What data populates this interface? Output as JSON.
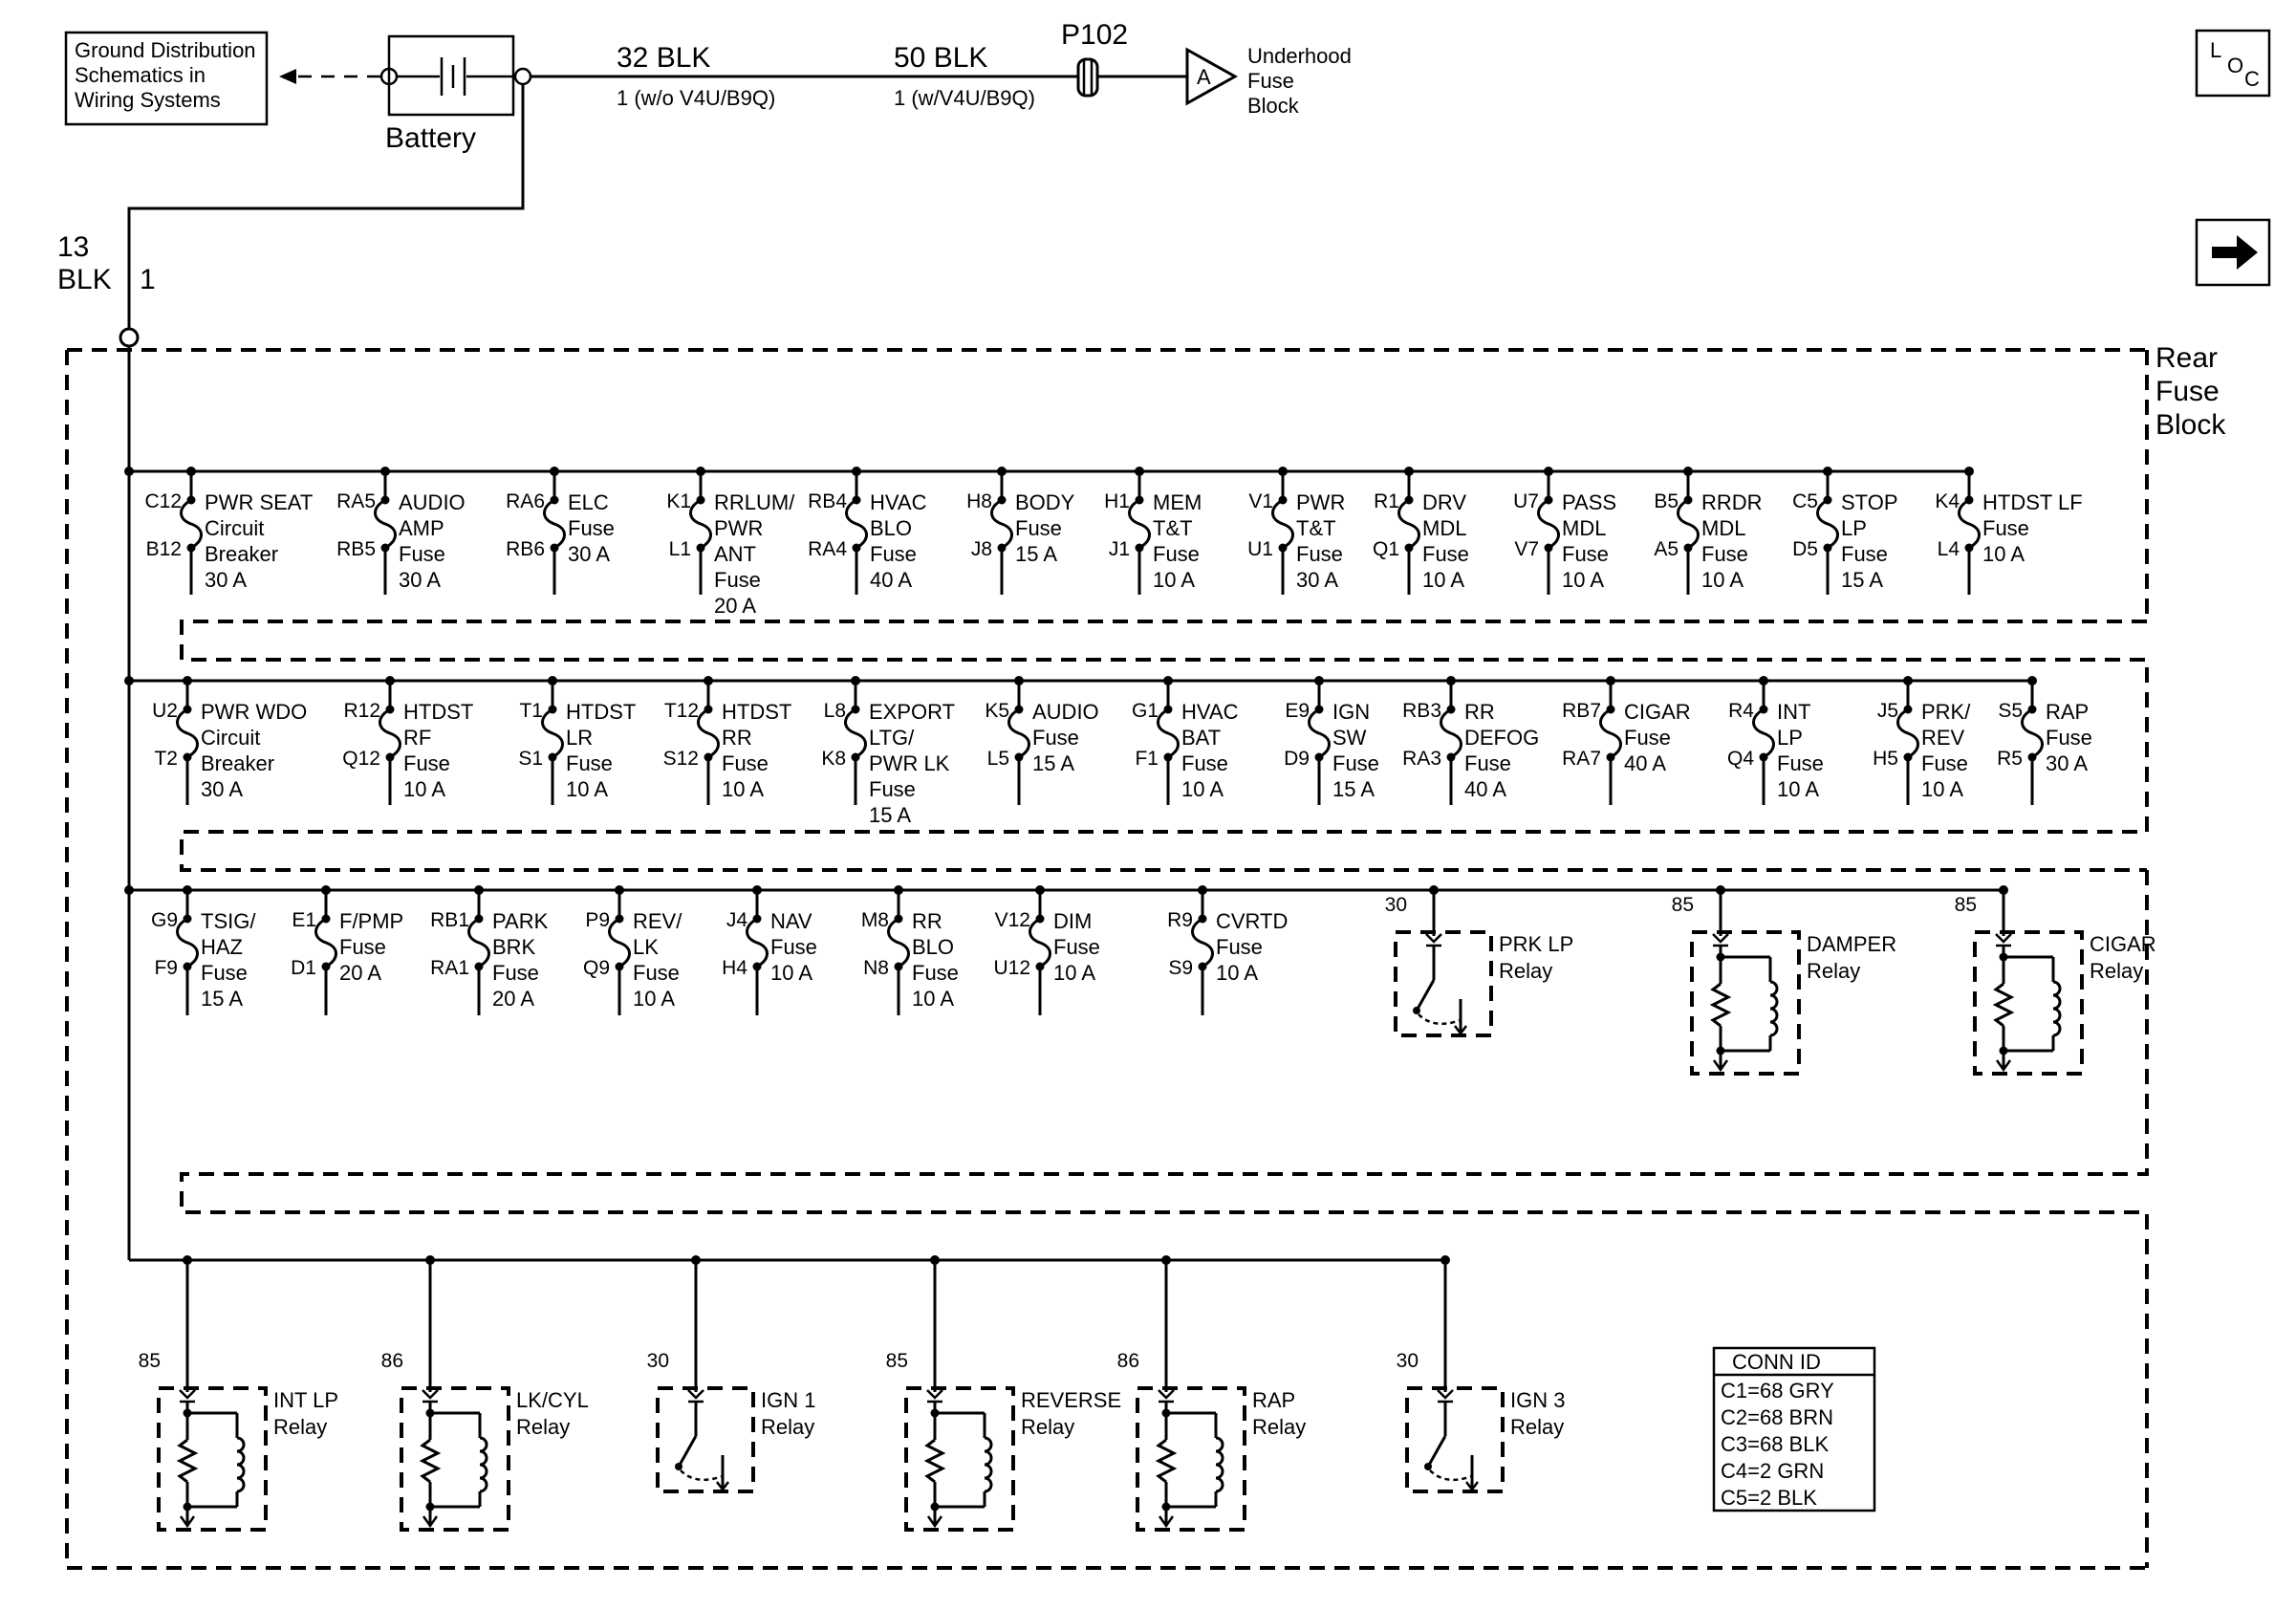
{
  "header": {
    "ground_ref": [
      "Ground Distribution",
      "Schematics in",
      "Wiring Systems"
    ],
    "battery_label": "Battery",
    "wire_32": "32 BLK",
    "wire_32_note": "1 (w/o V4U/B9Q)",
    "wire_50": "50 BLK",
    "wire_50_note": "1 (w/V4U/B9Q)",
    "p102": "P102",
    "connector_a": "A",
    "underhood": [
      "Underhood",
      "Fuse",
      "Block"
    ],
    "wire_13": [
      "13",
      "BLK",
      "1"
    ],
    "loc_icon_text": [
      "L",
      "O",
      "C"
    ],
    "rear_fuse_block": [
      "Rear",
      "Fuse",
      "Block"
    ]
  },
  "row1": [
    {
      "top": "C12",
      "bot": "B12",
      "label": [
        "PWR SEAT",
        "Circuit",
        "Breaker",
        "30 A"
      ]
    },
    {
      "top": "RA5",
      "bot": "RB5",
      "label": [
        "AUDIO",
        "AMP",
        "Fuse",
        "30 A"
      ]
    },
    {
      "top": "RA6",
      "bot": "RB6",
      "label": [
        "ELC",
        "Fuse",
        "30 A"
      ]
    },
    {
      "top": "K1",
      "bot": "L1",
      "label": [
        "RRLUM/",
        "PWR",
        "ANT",
        "Fuse",
        "20 A"
      ]
    },
    {
      "top": "RB4",
      "bot": "RA4",
      "label": [
        "HVAC",
        "BLO",
        "Fuse",
        "40 A"
      ]
    },
    {
      "top": "H8",
      "bot": "J8",
      "label": [
        "BODY",
        "Fuse",
        "15 A"
      ]
    },
    {
      "top": "H1",
      "bot": "J1",
      "label": [
        "MEM",
        "T&T",
        "Fuse",
        "10 A"
      ]
    },
    {
      "top": "V1",
      "bot": "U1",
      "label": [
        "PWR",
        "T&T",
        "Fuse",
        "30 A"
      ]
    },
    {
      "top": "R1",
      "bot": "Q1",
      "label": [
        "DRV",
        "MDL",
        "Fuse",
        "10 A"
      ]
    },
    {
      "top": "U7",
      "bot": "V7",
      "label": [
        "PASS",
        "MDL",
        "Fuse",
        "10 A"
      ]
    },
    {
      "top": "B5",
      "bot": "A5",
      "label": [
        "RRDR",
        "MDL",
        "Fuse",
        "10 A"
      ]
    },
    {
      "top": "C5",
      "bot": "D5",
      "label": [
        "STOP",
        "LP",
        "Fuse",
        "15 A"
      ]
    },
    {
      "top": "K4",
      "bot": "L4",
      "label": [
        "HTDST LF",
        "Fuse",
        "10 A"
      ]
    }
  ],
  "row2": [
    {
      "top": "U2",
      "bot": "T2",
      "label": [
        "PWR WDO",
        "Circuit",
        "Breaker",
        "30 A"
      ]
    },
    {
      "top": "R12",
      "bot": "Q12",
      "label": [
        "HTDST",
        "RF",
        "Fuse",
        "10 A"
      ]
    },
    {
      "top": "T1",
      "bot": "S1",
      "label": [
        "HTDST",
        "LR",
        "Fuse",
        "10 A"
      ]
    },
    {
      "top": "T12",
      "bot": "S12",
      "label": [
        "HTDST",
        "RR",
        "Fuse",
        "10 A"
      ]
    },
    {
      "top": "L8",
      "bot": "K8",
      "label": [
        "EXPORT",
        "LTG/",
        "PWR LK",
        "Fuse",
        "15 A"
      ]
    },
    {
      "top": "K5",
      "bot": "L5",
      "label": [
        "AUDIO",
        "Fuse",
        "15 A"
      ]
    },
    {
      "top": "G1",
      "bot": "F1",
      "label": [
        "HVAC",
        "BAT",
        "Fuse",
        "10 A"
      ]
    },
    {
      "top": "E9",
      "bot": "D9",
      "label": [
        "IGN",
        "SW",
        "Fuse",
        "15 A"
      ]
    },
    {
      "top": "RB3",
      "bot": "RA3",
      "label": [
        "RR",
        "DEFOG",
        "Fuse",
        "40 A"
      ]
    },
    {
      "top": "RB7",
      "bot": "RA7",
      "label": [
        "CIGAR",
        "Fuse",
        "40 A"
      ]
    },
    {
      "top": "R4",
      "bot": "Q4",
      "label": [
        "INT",
        "LP",
        "Fuse",
        "10 A"
      ]
    },
    {
      "top": "J5",
      "bot": "H5",
      "label": [
        "PRK/",
        "REV",
        "Fuse",
        "10 A"
      ]
    },
    {
      "top": "S5",
      "bot": "R5",
      "label": [
        "RAP",
        "Fuse",
        "30 A"
      ]
    }
  ],
  "row3": [
    {
      "top": "G9",
      "bot": "F9",
      "label": [
        "TSIG/",
        "HAZ",
        "Fuse",
        "15 A"
      ]
    },
    {
      "top": "E1",
      "bot": "D1",
      "label": [
        "F/PMP",
        "Fuse",
        "20 A"
      ]
    },
    {
      "top": "RB1",
      "bot": "RA1",
      "label": [
        "PARK",
        "BRK",
        "Fuse",
        "20 A"
      ]
    },
    {
      "top": "P9",
      "bot": "Q9",
      "label": [
        "REV/",
        "LK",
        "Fuse",
        "10 A"
      ]
    },
    {
      "top": "J4",
      "bot": "H4",
      "label": [
        "NAV",
        "Fuse",
        "10 A"
      ]
    },
    {
      "top": "M8",
      "bot": "N8",
      "label": [
        "RR",
        "BLO",
        "Fuse",
        "10 A"
      ]
    },
    {
      "top": "V12",
      "bot": "U12",
      "label": [
        "DIM",
        "Fuse",
        "10 A"
      ]
    },
    {
      "top": "R9",
      "bot": "S9",
      "label": [
        "CVRTD",
        "Fuse",
        "10 A"
      ]
    }
  ],
  "row3_relays": [
    {
      "pin": "30",
      "type": "switch",
      "label": [
        "PRK LP",
        "Relay"
      ]
    },
    {
      "pin": "85",
      "type": "coil",
      "label": [
        "DAMPER",
        "Relay"
      ]
    },
    {
      "pin": "85",
      "type": "coil-mirror",
      "label": [
        "CIGAR",
        "Relay"
      ]
    }
  ],
  "row4_relays": [
    {
      "pin": "85",
      "type": "coil",
      "label": [
        "INT LP",
        "Relay"
      ]
    },
    {
      "pin": "86",
      "type": "coil",
      "label": [
        "LK/CYL",
        "Relay"
      ]
    },
    {
      "pin": "30",
      "type": "switch",
      "label": [
        "IGN 1",
        "Relay"
      ]
    },
    {
      "pin": "85",
      "type": "coil",
      "label": [
        "REVERSE",
        "Relay"
      ]
    },
    {
      "pin": "86",
      "type": "coil",
      "label": [
        "RAP",
        "Relay"
      ]
    },
    {
      "pin": "30",
      "type": "switch",
      "label": [
        "IGN 3",
        "Relay"
      ]
    }
  ],
  "conn_id": {
    "title": "CONN ID",
    "rows": [
      "C1=68 GRY",
      "C2=68 BRN",
      "C3=68 BLK",
      "C4=2 GRN",
      "C5=2 BLK"
    ]
  }
}
